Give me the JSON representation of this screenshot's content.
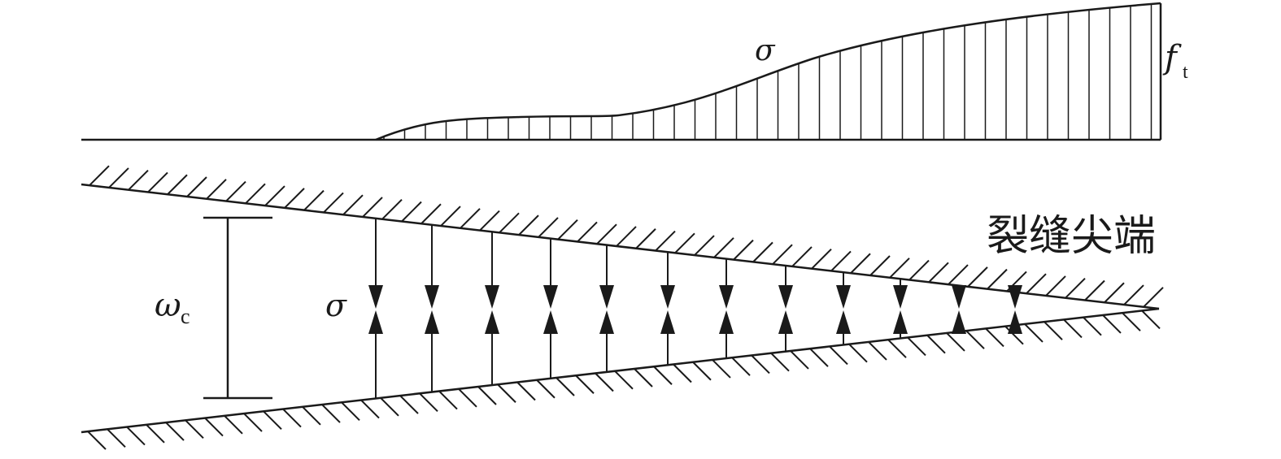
{
  "labels": {
    "stress_curve": "σ",
    "tensile_strength_symbol": "f",
    "tensile_strength_subscript": "t",
    "crack_opening_symbol": "ω",
    "crack_opening_subscript": "c",
    "cohesive_stress": "σ",
    "crack_tip": "裂缝尖端"
  },
  "colors": {
    "ink": "#1a1a1a"
  }
}
